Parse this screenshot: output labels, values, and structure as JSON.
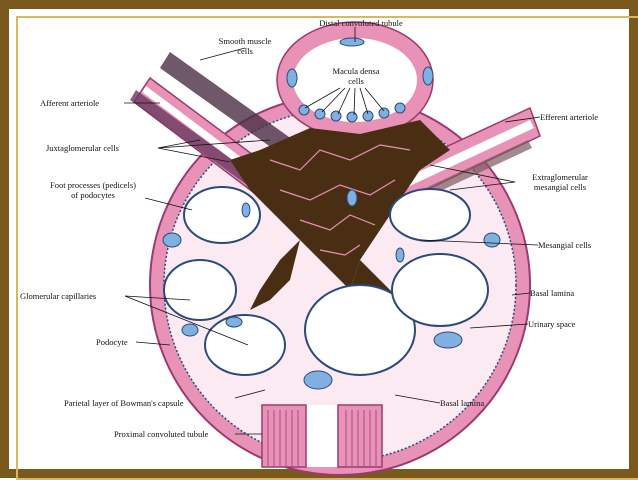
{
  "colors": {
    "frame_outer": "#7a5a1c",
    "frame_inner": "#d9b865",
    "tissue": "#e892b8",
    "tissue_dark": "#c8609a",
    "mesangial": "#4a2e14",
    "lumen": "#ffffff",
    "nucleus": "#7fb0e0",
    "basal_lamina": "#2a4a7a"
  },
  "labels": {
    "distal_tubule": "Distal convoluted tubule",
    "smooth_muscle": "Smooth muscle\ncells",
    "macula_densa": "Macula densa\ncells",
    "afferent": "Afferent arteriole",
    "efferent": "Efferent arteriole",
    "juxtaglomerular": "Juxtaglomerular cells",
    "extraglomerular": "Extraglomerular\nmesangial cells",
    "foot_processes": "Foot processes (pedicels)\nof podocytes",
    "mesangial_cells": "Mesangial cells",
    "basal_lamina_top": "Basal lamina",
    "glomerular_caps": "Glomerular capillaries",
    "urinary_space": "Urinary space",
    "podocyte": "Podocyte",
    "parietal": "Parietal layer of Bowman's capsule",
    "basal_lamina_bottom": "Basal lamina",
    "proximal": "Proximal convoluted tubule"
  }
}
